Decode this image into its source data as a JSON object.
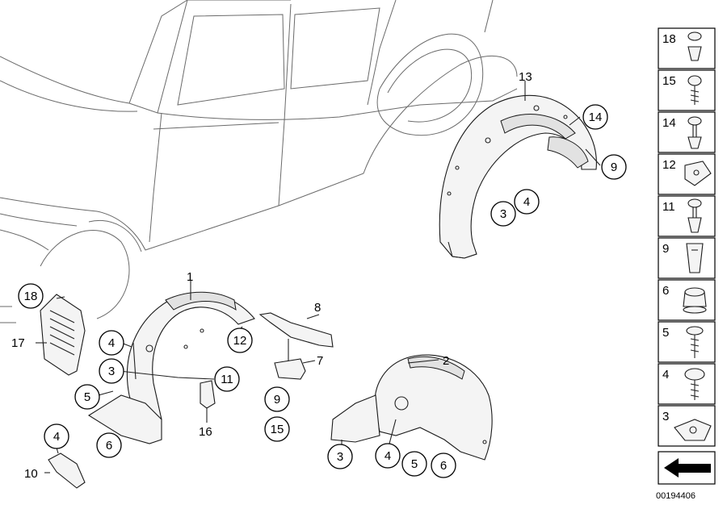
{
  "diagram": {
    "doc_number": "00194406",
    "callouts": {
      "c1": "1",
      "c2": "2",
      "c3a": "3",
      "c3b": "3",
      "c3c": "3",
      "c4a": "4",
      "c4b": "4",
      "c4c": "4",
      "c4d": "4",
      "c5a": "5",
      "c5b": "5",
      "c6a": "6",
      "c6b": "6",
      "c7": "7",
      "c8": "8",
      "c9a": "9",
      "c9b": "9",
      "c10": "10",
      "c11": "11",
      "c12": "12",
      "c13": "13",
      "c14": "14",
      "c15": "15",
      "c16": "16",
      "c17": "17",
      "c18": "18"
    },
    "side_panel": [
      "18",
      "15",
      "14",
      "12",
      "11",
      "9",
      "6",
      "5",
      "4",
      "3"
    ]
  }
}
